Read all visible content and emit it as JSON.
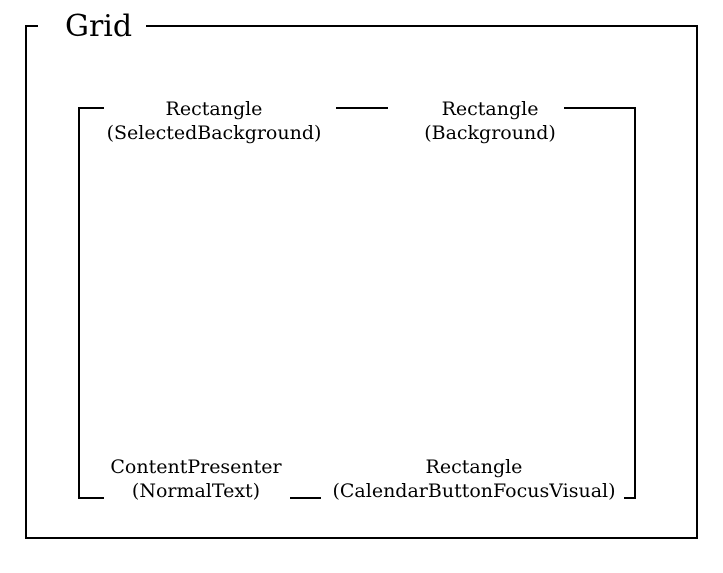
{
  "diagram": {
    "title": "Grid",
    "colors": {
      "line": "#000000",
      "text": "#000000",
      "background": "#ffffff"
    },
    "nodes": [
      {
        "type": "Rectangle",
        "part": "(SelectedBackground)"
      },
      {
        "type": "Rectangle",
        "part": "(Background)"
      },
      {
        "type": "ContentPresenter",
        "part": "(NormalText)"
      },
      {
        "type": "Rectangle",
        "part": "(CalendarButtonFocusVisual)"
      }
    ]
  }
}
